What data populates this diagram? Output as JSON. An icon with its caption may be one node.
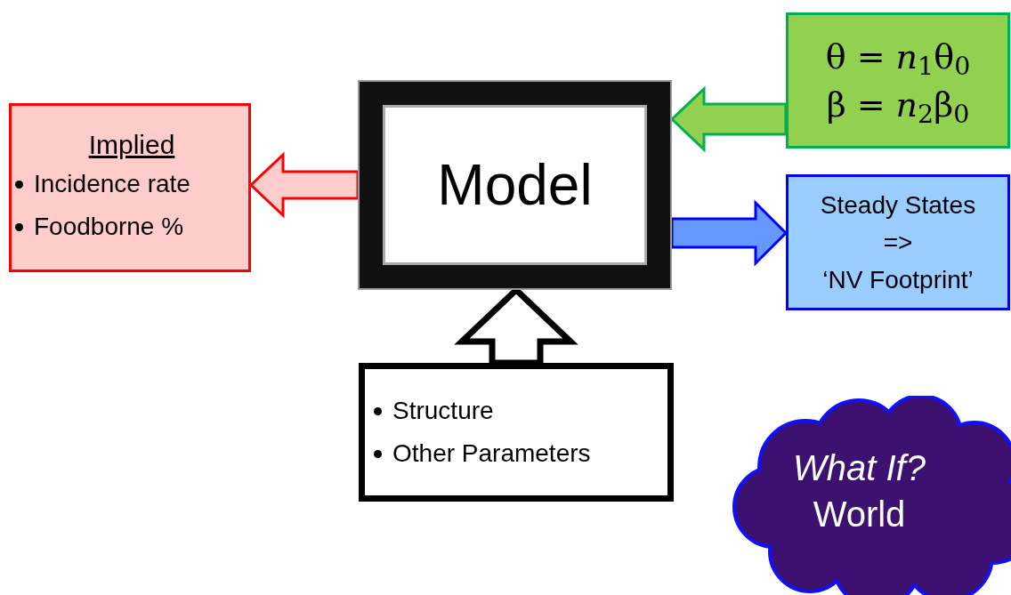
{
  "diagram": {
    "nodes": [
      {
        "text": [
          "Model"
        ]
      },
      {
        "text": [
          "Implied",
          "Incidence rate",
          "Foodborne %"
        ]
      },
      {
        "text": [
          "θ = *n*$_{1}$θ$_{0}$",
          "β = *n*$_{2}$β$_{0}$"
        ]
      },
      {
        "text": [
          "Steady States",
          "=>",
          "‘NV Footprint’"
        ]
      },
      {
        "text": [
          "Structure",
          "Other Parameters"
        ]
      },
      {
        "text": [
          "What If?",
          "World"
        ]
      }
    ],
    "edges": [
      {
        "from": 0,
        "to": 1,
        "arrow": "to",
        "style": "thick",
        "color": "#ff0000"
      },
      {
        "from": 2,
        "to": 0,
        "arrow": "to",
        "style": "thick",
        "color": "#00b050"
      },
      {
        "from": 0,
        "to": 3,
        "arrow": "to",
        "style": "thick",
        "color": "#0000ff"
      },
      {
        "from": 4,
        "to": 0,
        "arrow": "to",
        "style": "thick",
        "color": "#000000"
      }
    ]
  }
}
